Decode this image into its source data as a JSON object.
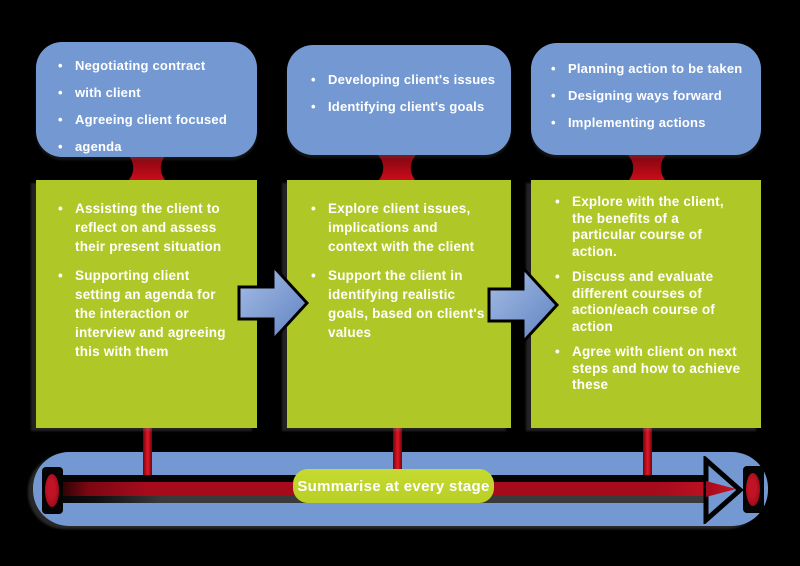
{
  "colors": {
    "background": "#000000",
    "box_blue": "#7499D2",
    "green_box": "#AFC827",
    "pill_green": "#B9CF26",
    "bright_red": "#DF0E1F",
    "dark_red": "#6E040C",
    "shaft_red": "#A60B1C",
    "arrow_blue_light": "#A7BEE6",
    "arrow_blue_dark": "#5E82C1",
    "outline_black": "#000000",
    "text_white": "#FFFFFF"
  },
  "top_boxes": [
    {
      "bullets": [
        "Negotiating contract",
        "with client",
        "Agreeing client focused",
        "agenda"
      ]
    },
    {
      "bullets": [
        "Developing client's issues",
        "Identifying client's goals"
      ]
    },
    {
      "bullets": [
        "Planning action to be taken",
        "Designing ways forward",
        "Implementing actions"
      ]
    }
  ],
  "main_boxes": [
    {
      "bullets": [
        "Assisting the client to reflect on and assess their present situation",
        "Supporting client setting an agenda for the interaction or interview and agreeing this with them"
      ]
    },
    {
      "bullets": [
        "Explore client issues, implications and context with the client",
        "Support the client in identifying realistic goals, based on client's values"
      ]
    },
    {
      "bullets": [
        "Explore with the client, the benefits of a particular course of action.",
        "Discuss and evaluate different courses of action/each course of action",
        "Agree with client on next steps and how to achieve these"
      ]
    }
  ],
  "footer": {
    "label": "Summarise at every stage"
  }
}
